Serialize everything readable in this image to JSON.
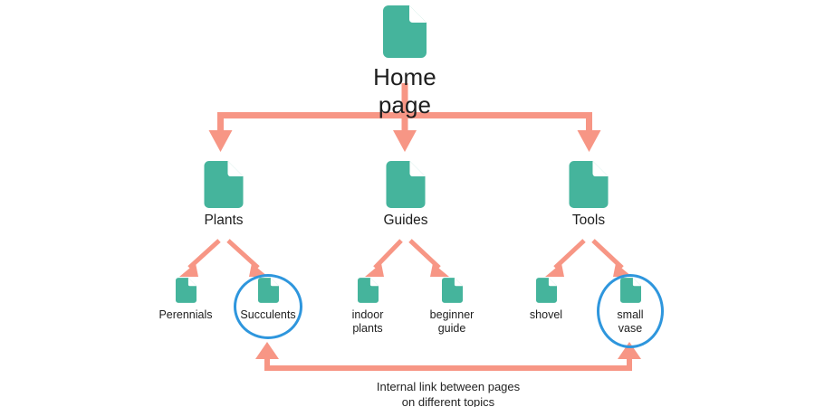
{
  "diagram": {
    "type": "sitemap-tree",
    "title_node": "Home page",
    "colors": {
      "node_icon": "#45b49c",
      "connector": "#f79685",
      "highlight_ring": "#2e96dd",
      "text": "#1d1d1d",
      "background": "#ffffff"
    },
    "levels": [
      {
        "level": 1,
        "nodes": [
          {
            "id": "home",
            "label": "Home page",
            "icon": "document-icon",
            "highlighted": false
          }
        ]
      },
      {
        "level": 2,
        "nodes": [
          {
            "id": "plants",
            "label": "Plants",
            "icon": "document-icon",
            "highlighted": false
          },
          {
            "id": "guides",
            "label": "Guides",
            "icon": "document-icon",
            "highlighted": false
          },
          {
            "id": "tools",
            "label": "Tools",
            "icon": "document-icon",
            "highlighted": false
          }
        ]
      },
      {
        "level": 3,
        "nodes": [
          {
            "id": "perennials",
            "label": "Perennials",
            "icon": "document-icon",
            "highlighted": false,
            "parent": "plants"
          },
          {
            "id": "succulents",
            "label": "Succulents",
            "icon": "document-icon",
            "highlighted": true,
            "parent": "plants"
          },
          {
            "id": "indoor-plants",
            "label": "indoor\nplants",
            "icon": "document-icon",
            "highlighted": false,
            "parent": "guides"
          },
          {
            "id": "beginner-guide",
            "label": "beginner\nguide",
            "icon": "document-icon",
            "highlighted": false,
            "parent": "guides"
          },
          {
            "id": "shovel",
            "label": "shovel",
            "icon": "document-icon",
            "highlighted": false,
            "parent": "tools"
          },
          {
            "id": "small-vase",
            "label": "small\nvase",
            "icon": "document-icon",
            "highlighted": true,
            "parent": "tools"
          }
        ]
      }
    ],
    "internal_link": {
      "from": "succulents",
      "to": "small-vase",
      "bidirectional": true,
      "caption": "Internal link between pages\non different topics"
    }
  }
}
